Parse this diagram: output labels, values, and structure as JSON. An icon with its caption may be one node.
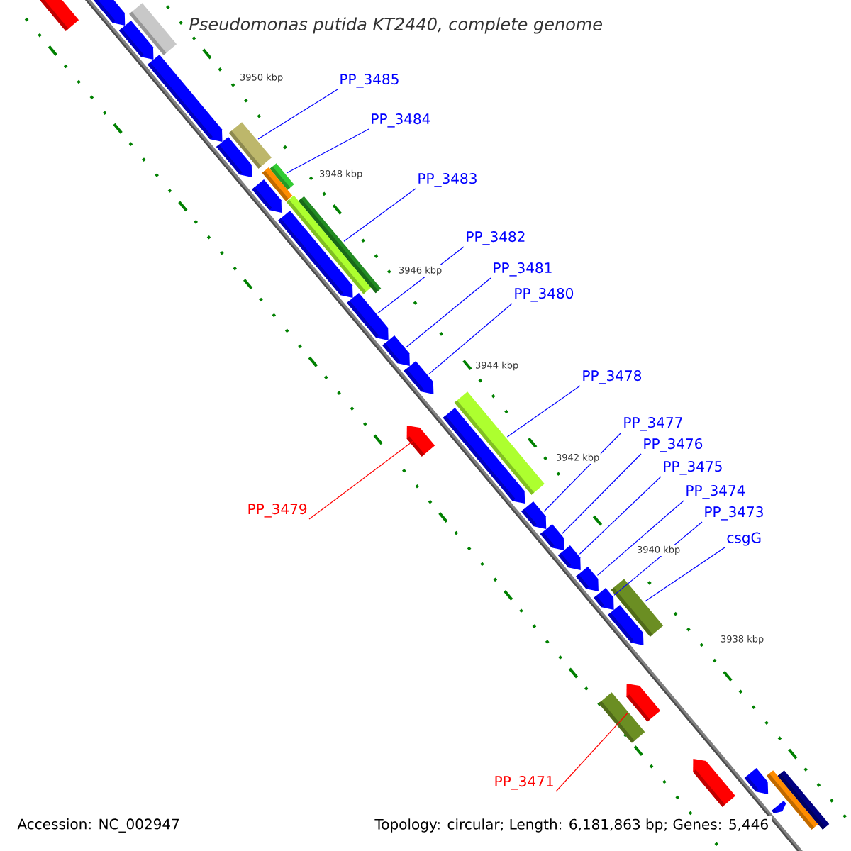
{
  "diagram": {
    "title": "*Pseudomonas putida* KT2440, complete genome",
    "nodes": [
      {
        "text": [
          "PP_3485"
        ]
      },
      {
        "text": [
          "PP_3484"
        ]
      },
      {
        "text": [
          "PP_3483"
        ]
      },
      {
        "text": [
          "PP_3482"
        ]
      },
      {
        "text": [
          "PP_3481"
        ]
      },
      {
        "text": [
          "PP_3480"
        ]
      },
      {
        "text": [
          "PP_3478"
        ]
      },
      {
        "text": [
          "PP_3477"
        ]
      },
      {
        "text": [
          "PP_3476"
        ]
      },
      {
        "text": [
          "PP_3475"
        ]
      },
      {
        "text": [
          "PP_3474"
        ]
      },
      {
        "text": [
          "PP_3479"
        ]
      },
      {
        "text": [
          "PP_3473"
        ]
      },
      {
        "text": [
          "csgG"
        ]
      },
      {
        "text": [
          "PP_3471"
        ]
      },
      {
        "text": [],
        "shape": "bar"
      },
      {
        "text": [],
        "shape": "arrow"
      },
      {
        "text": [],
        "shape": "arrow"
      },
      {
        "text": [],
        "shape": "arrow"
      },
      {
        "text": [],
        "shape": "arrow"
      },
      {
        "text": [],
        "shape": "bar"
      },
      {
        "text": [],
        "shape": "arrow"
      },
      {
        "text": [],
        "shape": "bar"
      },
      {
        "text": [],
        "shape": "bar"
      },
      {
        "text": [],
        "shape": "arrow"
      },
      {
        "text": [],
        "shape": "bar"
      },
      {
        "text": [],
        "shape": "bar"
      },
      {
        "text": [],
        "shape": "arrow"
      },
      {
        "text": [],
        "shape": "arrow"
      },
      {
        "text": [],
        "shape": "arrow"
      },
      {
        "text": [],
        "shape": "arrow"
      },
      {
        "text": [],
        "shape": "bar"
      },
      {
        "text": [],
        "shape": "arrow"
      },
      {
        "text": [],
        "shape": "arrow"
      },
      {
        "text": [],
        "shape": "arrow"
      },
      {
        "text": [],
        "shape": "arrow"
      },
      {
        "text": [],
        "shape": "arrow"
      },
      {
        "text": [],
        "shape": "arrow"
      },
      {
        "text": [],
        "shape": "bar"
      },
      {
        "text": [],
        "shape": "arrow"
      },
      {
        "text": [],
        "shape": "arrow"
      },
      {
        "text": [],
        "shape": "arrow"
      },
      {
        "text": [],
        "shape": "bar"
      },
      {
        "text": [],
        "shape": "arrow"
      },
      {
        "text": [],
        "shape": "arrow"
      },
      {
        "text": [],
        "shape": "bar"
      },
      {
        "text": [],
        "shape": "bar"
      },
      {
        "text": [],
        "shape": "arrow"
      }
    ],
    "edges": [
      {
        "from": 0,
        "to": 20,
        "arrow": "none"
      },
      {
        "from": 1,
        "to": 22,
        "arrow": "none"
      },
      {
        "from": 2,
        "to": 26,
        "arrow": "none"
      },
      {
        "from": 3,
        "to": 28,
        "arrow": "none"
      },
      {
        "from": 4,
        "to": 29,
        "arrow": "none"
      },
      {
        "from": 5,
        "to": 30,
        "arrow": "none"
      },
      {
        "from": 6,
        "to": 31,
        "arrow": "none"
      },
      {
        "from": 7,
        "to": 34,
        "arrow": "none"
      },
      {
        "from": 8,
        "to": 35,
        "arrow": "none"
      },
      {
        "from": 9,
        "to": 36,
        "arrow": "none"
      },
      {
        "from": 10,
        "to": 37,
        "arrow": "none"
      },
      {
        "from": 11,
        "to": 33,
        "arrow": "none",
        "color": "#ff0000"
      },
      {
        "from": 12,
        "to": 39,
        "arrow": "none"
      },
      {
        "from": 13,
        "to": 38,
        "arrow": "none"
      },
      {
        "from": 14,
        "to": 42,
        "arrow": "none",
        "color": "#ff0000"
      }
    ],
    "labels": [
      "3950 kbp",
      "3948 kbp",
      "3946 kbp",
      "3944 kbp",
      "3942 kbp",
      "3940 kbp",
      "3938 kbp",
      "Accession: NC_002947",
      "Topology: circular; Length: 6,181,863 bp; Genes: 5,446"
    ]
  }
}
